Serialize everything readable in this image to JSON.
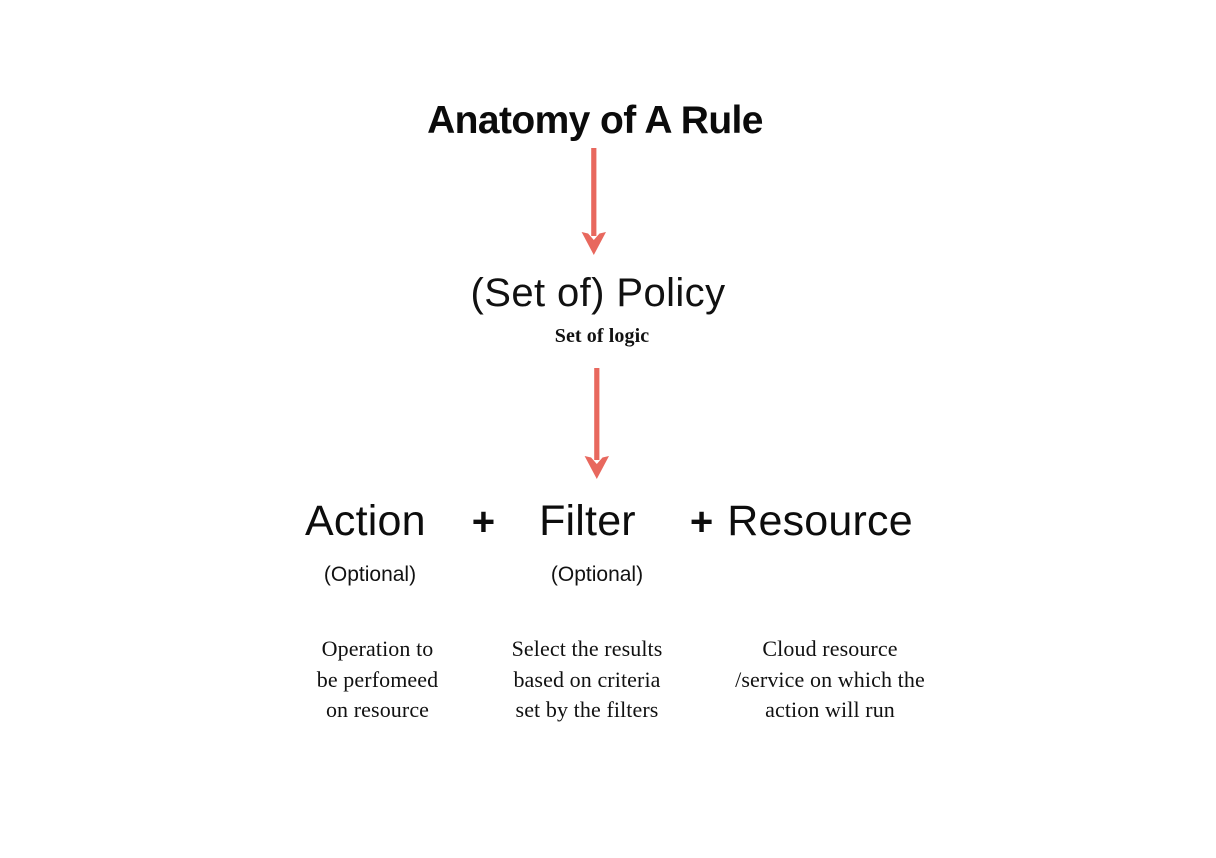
{
  "page": {
    "background_color": "#ffffff",
    "text_color": "#111111",
    "accent_color": "#e8685e",
    "title": "Anatomy of A Rule"
  },
  "diagram": {
    "type": "flow-hierarchy",
    "arrows": [
      {
        "name": "arrow-title-to-policy",
        "direction": "down",
        "color": "#e8685e"
      },
      {
        "name": "arrow-policy-to-components",
        "direction": "down",
        "color": "#e8685e"
      }
    ],
    "policy": {
      "title": "(Set of) Policy",
      "subtitle": "Set of logic"
    },
    "formula": {
      "operator": "+",
      "terms": [
        {
          "label": "Action",
          "optional_label": "(Optional)",
          "optional": true
        },
        {
          "label": "Filter",
          "optional_label": "(Optional)",
          "optional": true
        },
        {
          "label": "Resource",
          "optional_label": "",
          "optional": false
        }
      ]
    },
    "descriptions": [
      {
        "for": "Action",
        "lines": [
          "Operation to",
          "be perfomeed",
          "on resource"
        ]
      },
      {
        "for": "Filter",
        "lines": [
          "Select the results",
          "based on criteria",
          "set by the filters"
        ]
      },
      {
        "for": "Resource",
        "lines": [
          "Cloud resource",
          "/service on which the",
          "action will run"
        ]
      }
    ]
  }
}
